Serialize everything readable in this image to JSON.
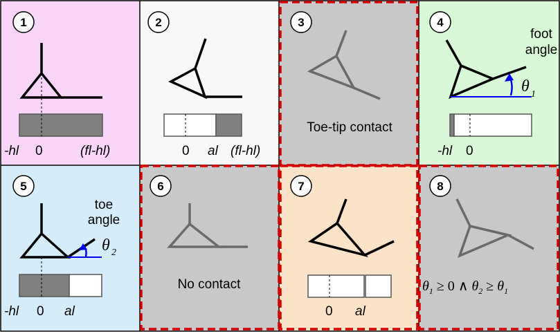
{
  "colors": {
    "pink": "#f9d5f9",
    "white": "#f8f8f8",
    "gray": "#c8c8c8",
    "green": "#d8f8d8",
    "blue": "#d5ecfa",
    "peach": "#fbe3c8",
    "bar_fill": "#808080",
    "contact_outline": "#d40000",
    "angle_arrow": "#0000ee"
  },
  "panels": [
    {
      "number": "1",
      "bar_labels": [
        "-hl",
        "0",
        "(fl-hl)"
      ]
    },
    {
      "number": "2",
      "bar_labels": [
        "0",
        "al",
        "(fl-hl)"
      ]
    },
    {
      "number": "3",
      "caption": "Toe-tip contact"
    },
    {
      "number": "4",
      "annotation": [
        "foot",
        "angle"
      ],
      "angle_symbol": "θ",
      "angle_sub": "1",
      "bar_labels": [
        "-hl",
        "0"
      ]
    },
    {
      "number": "5",
      "annotation": [
        "toe",
        "angle"
      ],
      "angle_symbol": "θ",
      "angle_sub": "2",
      "bar_labels": [
        "-hl",
        "0",
        "al"
      ]
    },
    {
      "number": "6",
      "caption": "No contact"
    },
    {
      "number": "7",
      "bar_labels": [
        "0",
        "al"
      ]
    },
    {
      "number": "8",
      "condition": {
        "theta": "θ",
        "sub1": "1",
        "sub2": "2",
        "geq_zero": " ≥ 0",
        "and": " ∧ ",
        "geq": " ≥ "
      }
    }
  ]
}
